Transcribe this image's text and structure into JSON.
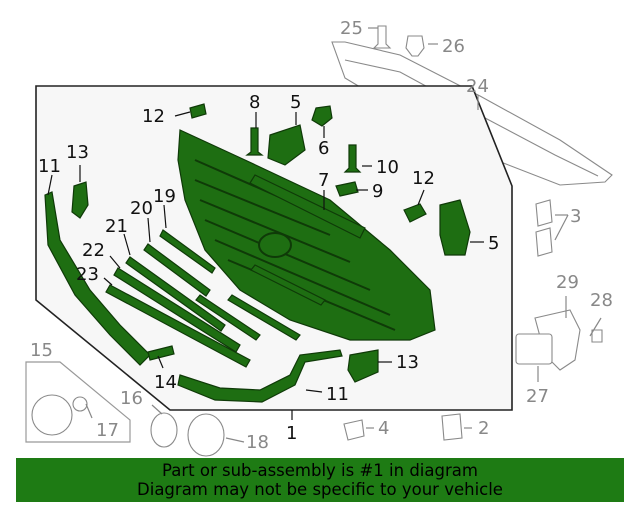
{
  "callouts": {
    "c1": "1",
    "c2": "2",
    "c3": "3",
    "c4": "4",
    "c5a": "5",
    "c5b": "5",
    "c6": "6",
    "c7": "7",
    "c8": "8",
    "c9": "9",
    "c10": "10",
    "c11a": "11",
    "c11b": "11",
    "c12a": "12",
    "c12b": "12",
    "c13a": "13",
    "c13b": "13",
    "c14": "14",
    "c15": "15",
    "c16": "16",
    "c17": "17",
    "c18": "18",
    "c19": "19",
    "c20": "20",
    "c21": "21",
    "c22": "22",
    "c23": "23",
    "c24": "24",
    "c25": "25",
    "c26": "26",
    "c27": "27",
    "c28": "28",
    "c29": "29"
  },
  "footer": {
    "line1": "Part or sub-assembly is #1 in diagram",
    "line2": "Diagram may not be specific to your vehicle"
  },
  "colors": {
    "highlight": "#1e6e12",
    "banner": "#1e7b14"
  }
}
